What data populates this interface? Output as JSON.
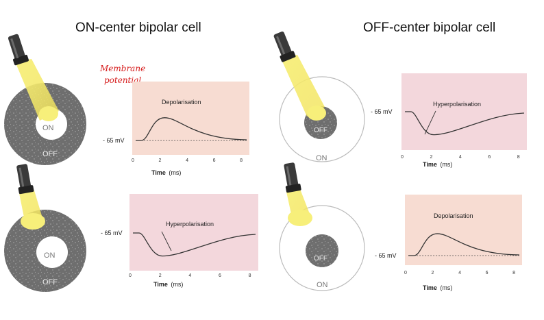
{
  "titles": {
    "left": "ON-center bipolar cell",
    "right": "OFF-center bipolar cell"
  },
  "annotation": {
    "line1": "Membrane",
    "line2": "potential"
  },
  "labels": {
    "on": "ON",
    "off": "OFF",
    "mv": "- 65 mV",
    "time": "Time",
    "ms": "(ms)"
  },
  "ticks": [
    "0",
    "2",
    "4",
    "6",
    "8"
  ],
  "graphs": [
    {
      "id": "tl",
      "event": "Depolarisation",
      "response": "depolarisation",
      "bg": "#f7dcd2"
    },
    {
      "id": "bl",
      "event": "Hyperpolarisation",
      "response": "hyperpolarisation",
      "bg": "#f3d7dc"
    },
    {
      "id": "tr",
      "event": "Hyperpolarisation",
      "response": "hyperpolarisation",
      "bg": "#f3d7dc"
    },
    {
      "id": "br",
      "event": "Depolarisation",
      "response": "depolarisation",
      "bg": "#f7dcd2"
    }
  ],
  "colors": {
    "dark_disc": "#6e6e6e",
    "light": "#f7ef7a",
    "torch": "#3a3a3a",
    "curve": "#333333"
  }
}
